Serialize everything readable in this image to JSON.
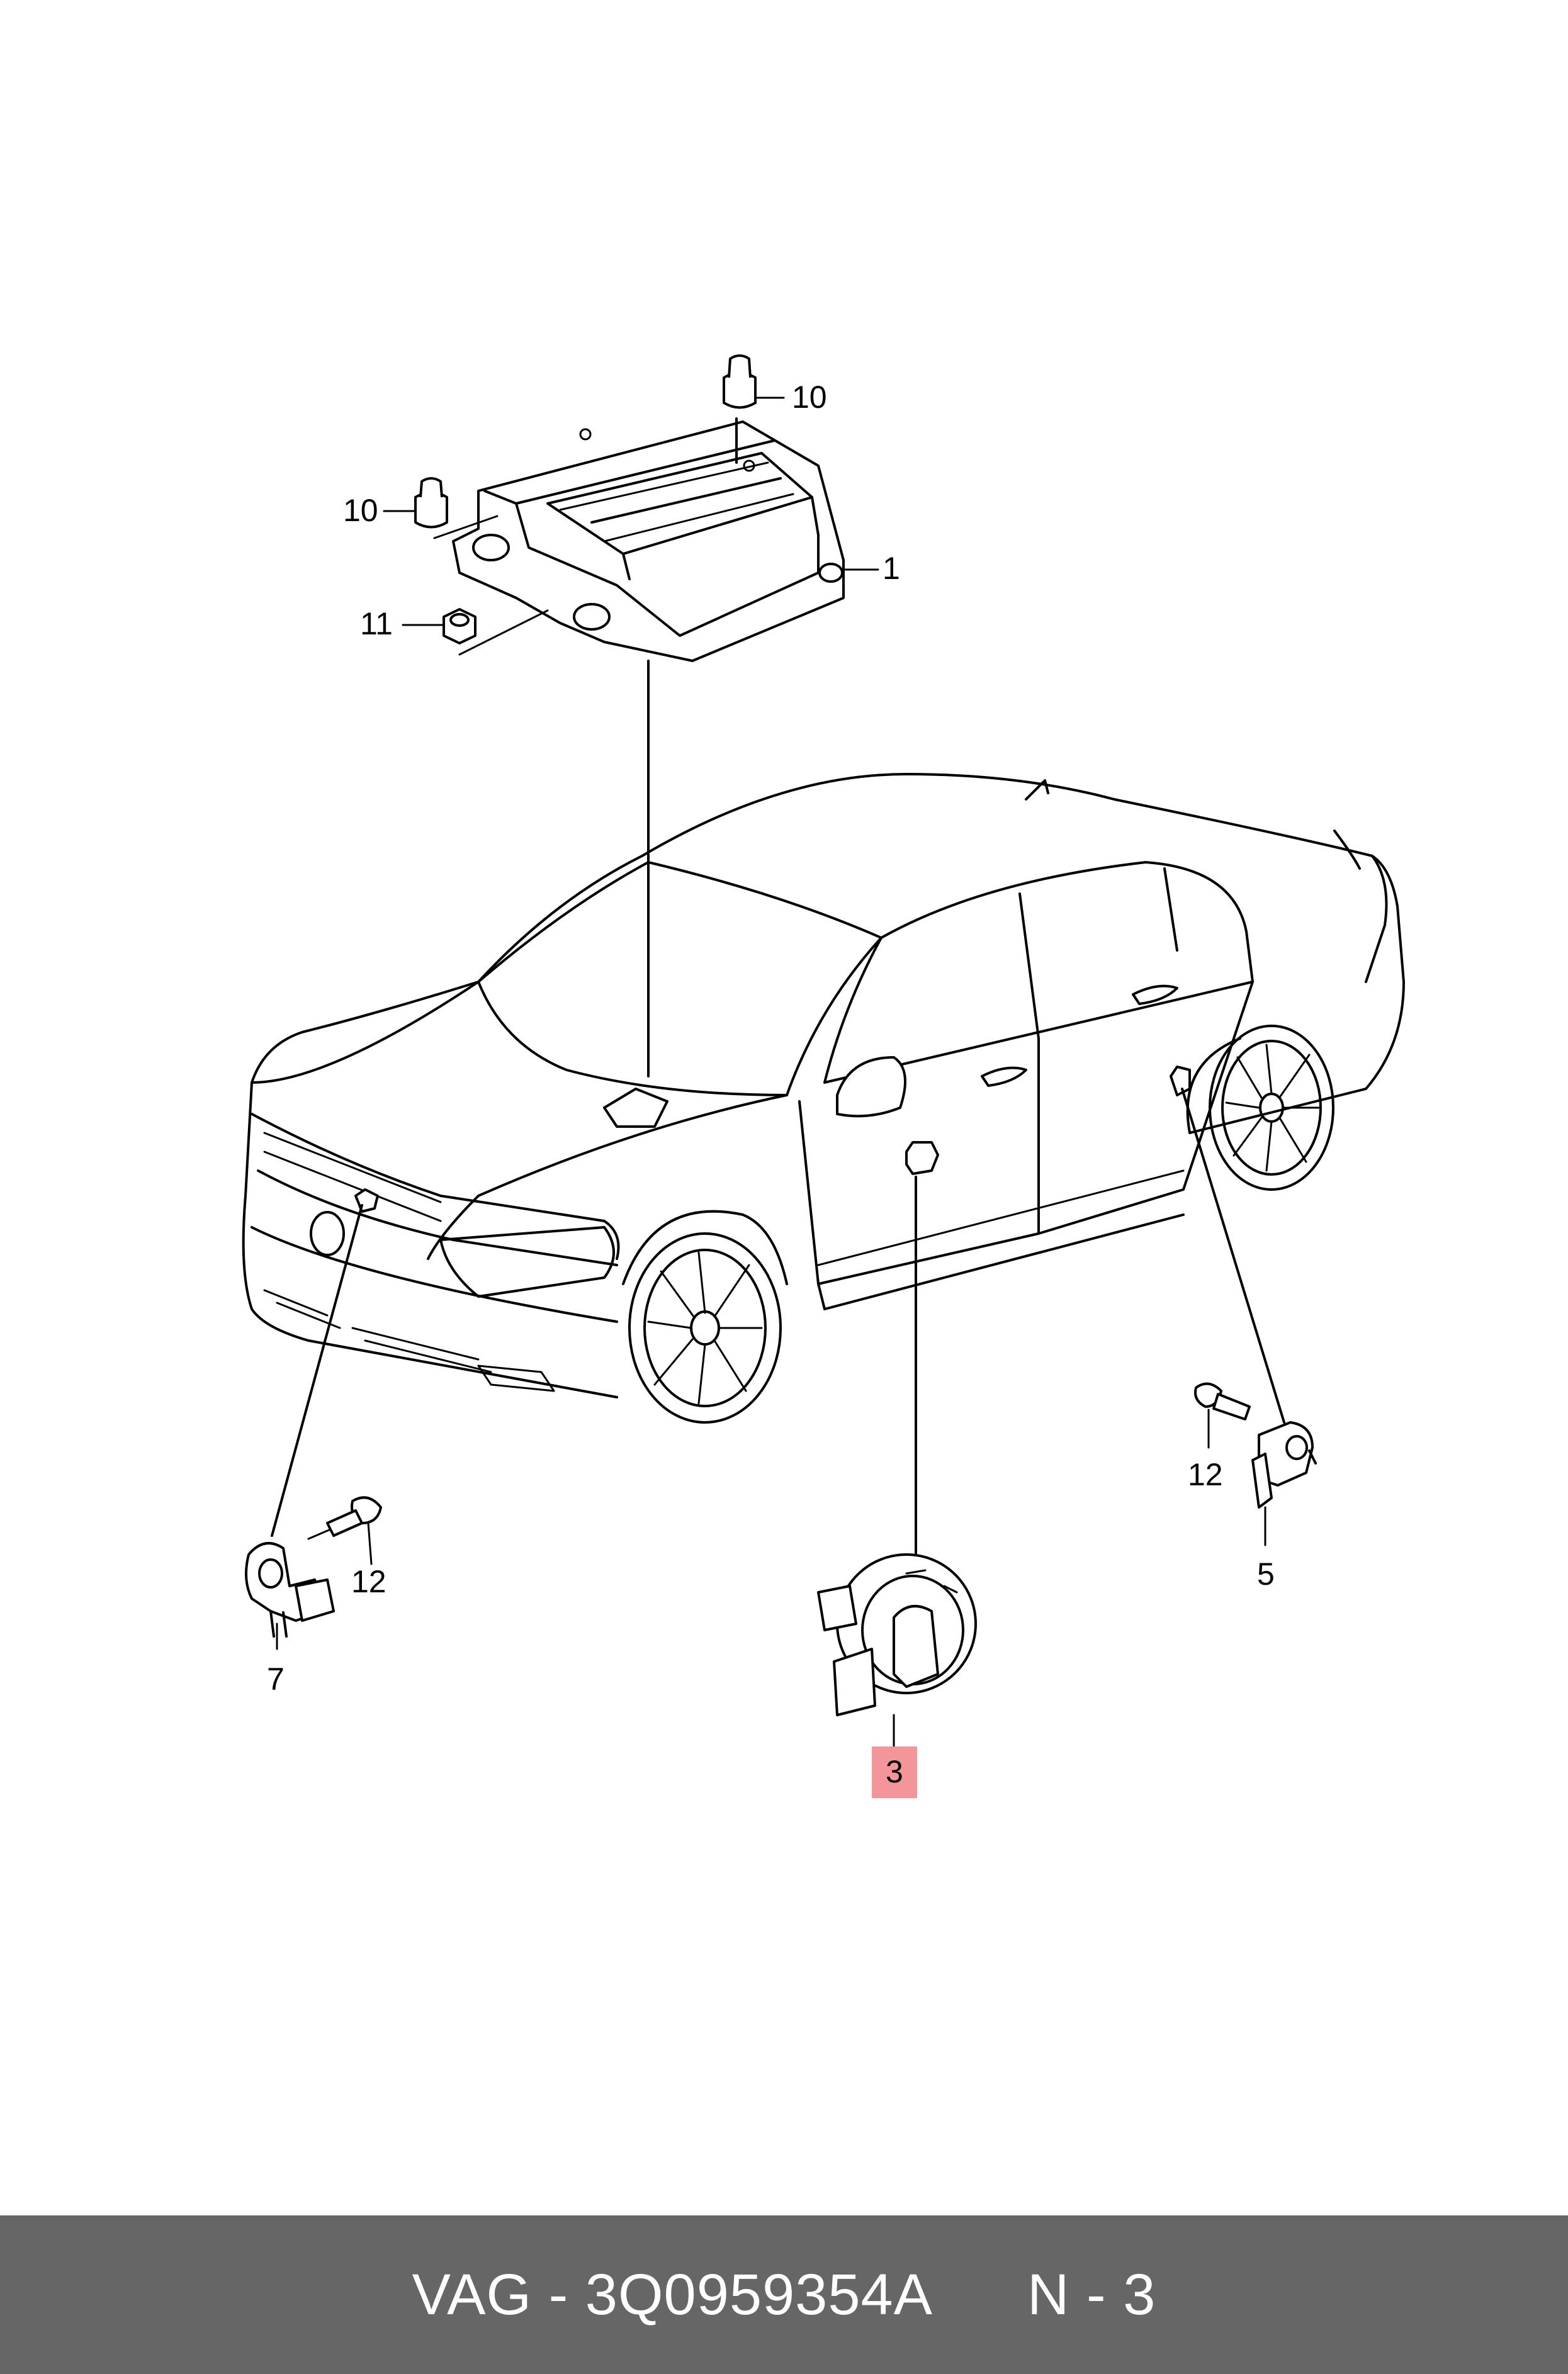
{
  "callouts": [
    {
      "id": "c10a",
      "text": "10"
    },
    {
      "id": "c10b",
      "text": "10"
    },
    {
      "id": "c1",
      "text": "1"
    },
    {
      "id": "c11",
      "text": "11"
    },
    {
      "id": "c12a",
      "text": "12"
    },
    {
      "id": "c12b",
      "text": "12"
    },
    {
      "id": "c7",
      "text": "7"
    },
    {
      "id": "c5",
      "text": "5"
    },
    {
      "id": "c3",
      "text": "3",
      "highlight_color": "#f4959a"
    }
  ],
  "footer": {
    "part_code": "VAG - 3Q0959354A",
    "position": "N - 3"
  },
  "colors": {
    "footer_bg": "#666666",
    "footer_text": "#ffffff",
    "highlight": "#f4959a"
  }
}
